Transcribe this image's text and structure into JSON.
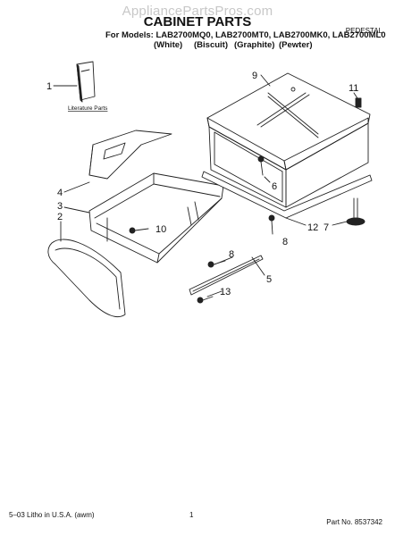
{
  "header": {
    "watermark": "AppliancePartsPros.com",
    "title": "CABINET PARTS",
    "models_line": "For Models: LAB2700MQ0, LAB2700MT0, LAB2700MK0, LAB2700ML0",
    "colors": [
      "(White)",
      "(Biscuit)",
      "(Graphite)",
      "(Pewter)"
    ],
    "product_type": "PEDESTAL"
  },
  "diagram": {
    "literature_label": "Literature Parts",
    "callouts": [
      "1",
      "2",
      "3",
      "4",
      "5",
      "6",
      "7",
      "8",
      "8",
      "9",
      "10",
      "11",
      "12",
      "13"
    ]
  },
  "footer": {
    "litho": "5–03 Litho in U.S.A. (awm)",
    "page": "1",
    "part_no": "Part No. 8537342"
  }
}
